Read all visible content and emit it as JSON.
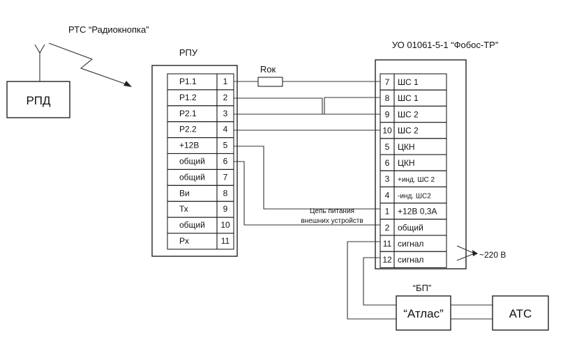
{
  "rts_label": "РТС “Радиокнопка”",
  "rpd": {
    "label": "РПД"
  },
  "rpu": {
    "title": "РПУ",
    "rows": [
      {
        "name": "Р1.1",
        "num": "1"
      },
      {
        "name": "Р1.2",
        "num": "2"
      },
      {
        "name": "Р2.1",
        "num": "3"
      },
      {
        "name": "Р2.2",
        "num": "4"
      },
      {
        "name": "+12В",
        "num": "5"
      },
      {
        "name": "общий",
        "num": "6"
      },
      {
        "name": "общий",
        "num": "7"
      },
      {
        "name": "Ви",
        "num": "8"
      },
      {
        "name": "Тх",
        "num": "9"
      },
      {
        "name": "общий",
        "num": "10"
      },
      {
        "name": "Рх",
        "num": "11"
      }
    ]
  },
  "resistor": {
    "label": "Rок"
  },
  "uo": {
    "title": "УО 01061-5-1 “Фобос-ТР”",
    "rows": [
      {
        "num": "7",
        "name": "ШС 1"
      },
      {
        "num": "8",
        "name": "ШС 1"
      },
      {
        "num": "9",
        "name": "ШС 2"
      },
      {
        "num": "10",
        "name": "ШС 2"
      },
      {
        "num": "5",
        "name": "ЦКН"
      },
      {
        "num": "6",
        "name": "ЦКН"
      },
      {
        "num": "3",
        "name": "+инд. ШС 2"
      },
      {
        "num": "4",
        "name": "-инд. ШС2"
      },
      {
        "num": "1",
        "name": "+12В 0,3А"
      },
      {
        "num": "2",
        "name": "общий"
      },
      {
        "num": "11",
        "name": "сигнал"
      },
      {
        "num": "12",
        "name": "сигнал"
      }
    ]
  },
  "power_note": {
    "line1": "Цепь питания",
    "line2": "внешних устройств"
  },
  "mains": {
    "label": "~220 В"
  },
  "bp": {
    "caption": "“БП”"
  },
  "atlas": {
    "label": "“Атлас”"
  },
  "ats": {
    "label": "АТС"
  }
}
